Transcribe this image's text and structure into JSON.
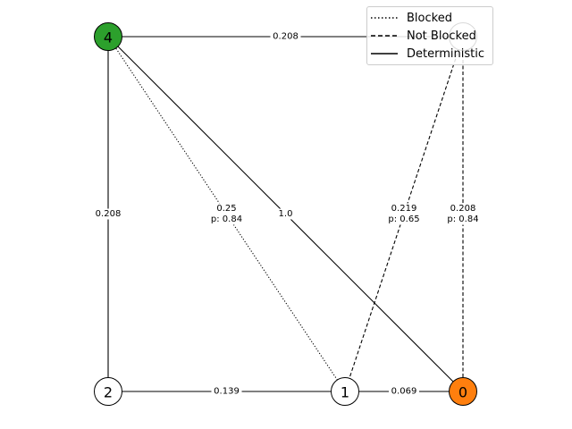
{
  "graph": {
    "nodes": [
      {
        "id": "0",
        "label": "0",
        "color": "#ff7f0e"
      },
      {
        "id": "1",
        "label": "1",
        "color": "#ffffff"
      },
      {
        "id": "2",
        "label": "2",
        "color": "#ffffff"
      },
      {
        "id": "3",
        "label": "",
        "color": "#ffffff"
      },
      {
        "id": "4",
        "label": "4",
        "color": "#2ca02c"
      }
    ],
    "edges": [
      {
        "from": "4",
        "to": "3",
        "style": "deterministic",
        "weight": "0.208",
        "prob": ""
      },
      {
        "from": "4",
        "to": "2",
        "style": "deterministic",
        "weight": "0.208",
        "prob": ""
      },
      {
        "from": "4",
        "to": "1",
        "style": "blocked",
        "weight": "0.25",
        "prob": "p: 0.84"
      },
      {
        "from": "4",
        "to": "0",
        "style": "deterministic",
        "weight": "1.0",
        "prob": ""
      },
      {
        "from": "3",
        "to": "1",
        "style": "not-blocked",
        "weight": "0.219",
        "prob": "p: 0.65"
      },
      {
        "from": "3",
        "to": "0",
        "style": "not-blocked",
        "weight": "0.208",
        "prob": "p: 0.84"
      },
      {
        "from": "2",
        "to": "1",
        "style": "deterministic",
        "weight": "0.139",
        "prob": ""
      },
      {
        "from": "1",
        "to": "0",
        "style": "deterministic",
        "weight": "0.069",
        "prob": ""
      }
    ]
  },
  "legend": {
    "blocked": "Blocked",
    "not_blocked": "Not Blocked",
    "deterministic": "Deterministic"
  }
}
